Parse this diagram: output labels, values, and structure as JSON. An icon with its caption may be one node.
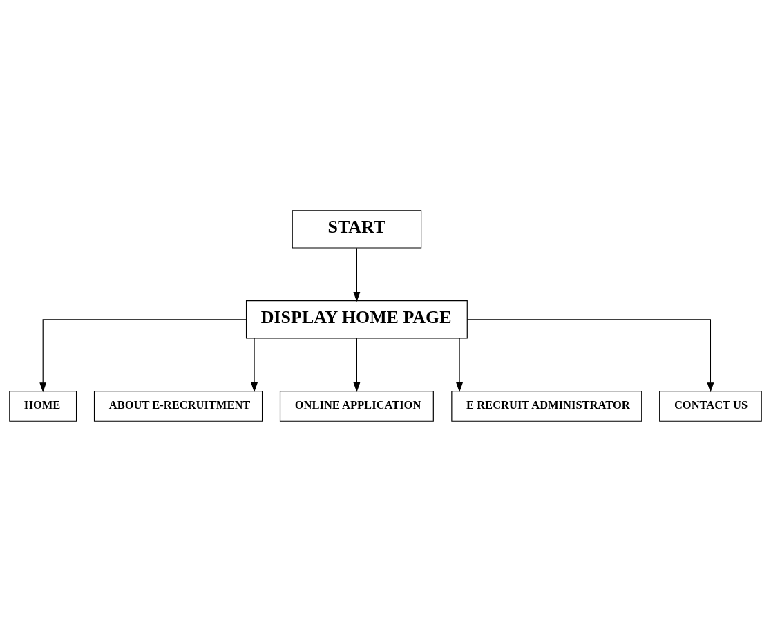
{
  "diagram": {
    "nodes": [
      {
        "text": [
          "START"
        ]
      },
      {
        "text": [
          "DISPLAY HOME PAGE"
        ]
      },
      {
        "text": [
          "HOME"
        ]
      },
      {
        "text": [
          "ABOUT E-RECRUITMENT"
        ]
      },
      {
        "text": [
          "ONLINE APPLICATION"
        ]
      },
      {
        "text": [
          "E RECRUIT ADMINISTRATOR"
        ]
      },
      {
        "text": [
          "CONTACT US"
        ]
      }
    ],
    "edges": [
      {
        "from": 0,
        "to": 1,
        "arrow": "to"
      },
      {
        "from": 1,
        "to": 2,
        "arrow": "to"
      },
      {
        "from": 1,
        "to": 3,
        "arrow": "to"
      },
      {
        "from": 1,
        "to": 4,
        "arrow": "to"
      },
      {
        "from": 1,
        "to": 5,
        "arrow": "to"
      },
      {
        "from": 1,
        "to": 6,
        "arrow": "to"
      }
    ]
  }
}
